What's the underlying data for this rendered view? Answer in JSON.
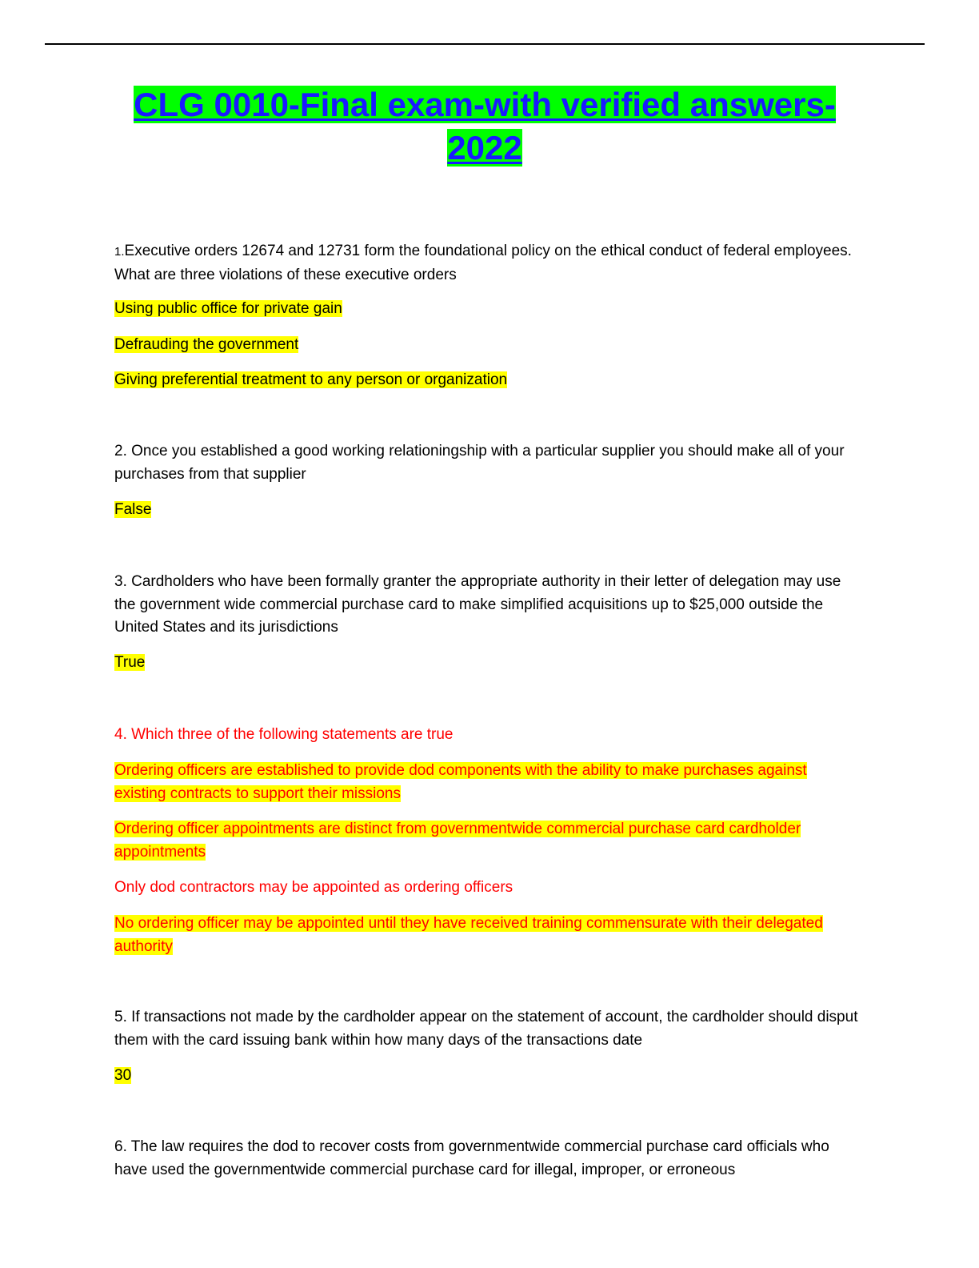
{
  "title": {
    "line1": "CLG 0010-Final exam-with verified answers-",
    "line2": "2022"
  },
  "questions": [
    {
      "number": "1.",
      "text": "Executive orders 12674 and 12731 form the foundational policy on the ethical conduct of federal employees. What are three violations of these executive orders",
      "answers": [
        "Using public office for private gain",
        "Defrauding the government",
        "Giving preferential treatment to any person or organization"
      ]
    },
    {
      "text": "2. Once you established a good working relationingship with a particular supplier you should make all of your purchases from that supplier",
      "answers": [
        "False"
      ]
    },
    {
      "text": "3. Cardholders who have been formally granter the appropriate authority in their letter of delegation may use the government wide commercial purchase card to make simplified acquisitions up to $25,000 outside the United States and its jurisdictions",
      "answers": [
        "True"
      ]
    },
    {
      "text": "4. Which three of the following statements are true",
      "options": [
        "Ordering officers are established to provide dod components with the ability to make purchases against existing contracts to support their missions",
        "Ordering officer appointments are distinct from governmentwide commercial purchase card cardholder appointments",
        "Only dod contractors may be appointed as ordering officers",
        "No ordering officer may be appointed until they have received training commensurate with their delegated authority"
      ]
    },
    {
      "text": "5. If transactions not made by the cardholder appear on the statement of account, the cardholder should disput them with the card issuing bank within how many days of the transactions date",
      "answers": [
        "30"
      ]
    },
    {
      "text": "6. The law requires the dod to recover costs from governmentwide commercial purchase card officials who have used the governmentwide commercial purchase card for illegal, improper, or erroneous"
    }
  ],
  "colors": {
    "title_text": "#1a1aff",
    "title_highlight": "#00ff00",
    "answer_highlight": "#ffff00",
    "red_text": "#ff0000"
  }
}
